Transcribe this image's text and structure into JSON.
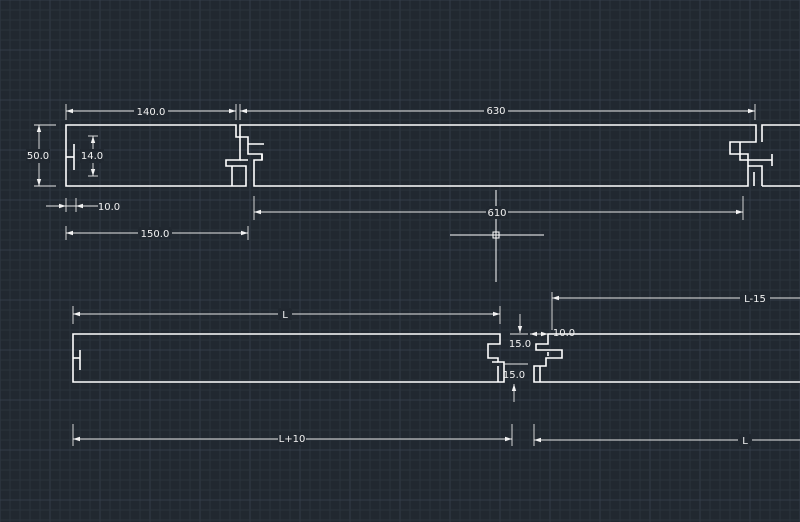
{
  "drawing": {
    "background": "#212830",
    "line_color": "#ffffff",
    "dimension_labels": {
      "top_left_width": "140.0",
      "top_span": "630",
      "height": "50.0",
      "tongue_height": "14.0",
      "offset": "10.0",
      "overall_left": "150.0",
      "inner_span": "610",
      "bottom_left_length": "L",
      "groove_top": "15.0",
      "groove_bottom": "15.0",
      "gap": "10.0",
      "bottom_right_top": "L-15",
      "bottom_left_overall": "L+10",
      "bottom_right_bottom": "L"
    }
  }
}
